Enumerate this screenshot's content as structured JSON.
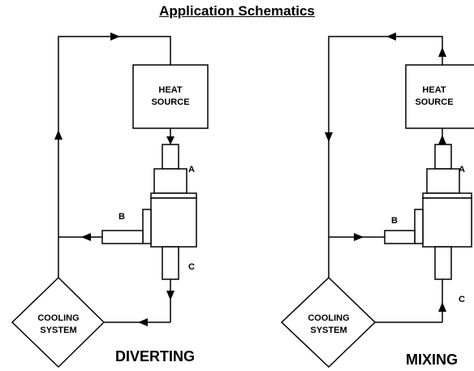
{
  "title": "Application Schematics",
  "diverting": {
    "heat_source_line1": "HEAT",
    "heat_source_line2": "SOURCE",
    "cooling_line1": "COOLING",
    "cooling_line2": "SYSTEM",
    "port_a": "A",
    "port_b": "B",
    "port_c": "C",
    "caption": "DIVERTING"
  },
  "mixing": {
    "heat_source_line1": "HEAT",
    "heat_source_line2": "SOURCE",
    "cooling_line1": "COOLING",
    "cooling_line2": "SYSTEM",
    "port_a": "A",
    "port_b": "B",
    "port_c": "C",
    "caption": "MIXING"
  }
}
